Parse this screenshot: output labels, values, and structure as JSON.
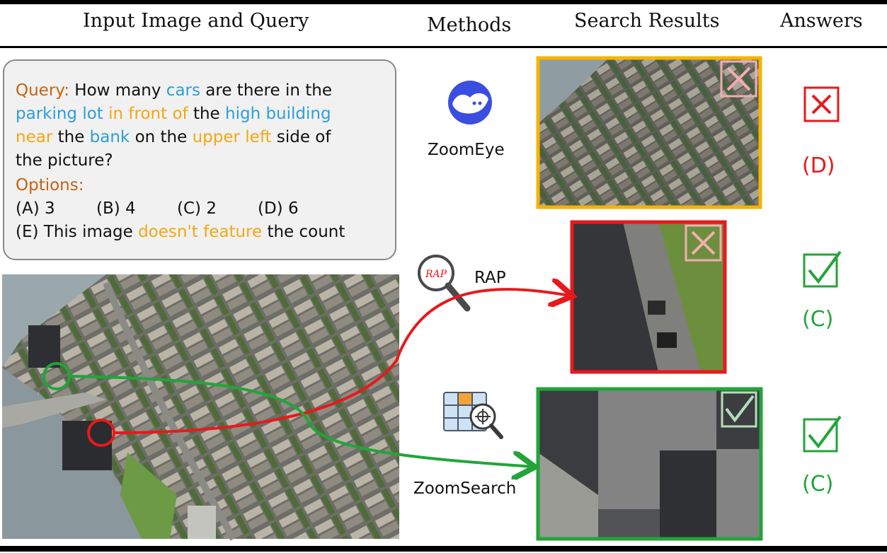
{
  "headers": {
    "input": "Input Image and Query",
    "methods": "Methods",
    "results": "Search Results",
    "answers": "Answers"
  },
  "query": {
    "label": "Query:",
    "line1": [
      "How many",
      "cars",
      "are there in the"
    ],
    "line2": [
      "parking lot",
      "in front of",
      "the",
      "high building"
    ],
    "line3": [
      "near",
      "the",
      "bank",
      "on the",
      "upper left",
      "side of"
    ],
    "line4": "the picture?",
    "options_label": "Options:",
    "options": [
      "(A) 3",
      "(B) 4",
      "(C) 2",
      "(D) 6"
    ],
    "option_e": [
      "(E) This image",
      "doesn't feature",
      "the count"
    ]
  },
  "methods": [
    {
      "name": "ZoomEye",
      "icon": "whale-logo-icon",
      "frame_color": "#f5b400",
      "result": "incorrect",
      "answer": "(D)"
    },
    {
      "name": "RAP",
      "icon": "magnifier-rap-icon",
      "icon_text": "RAP",
      "frame_color": "#e8191c",
      "result": "correct",
      "answer": "(C)"
    },
    {
      "name": "ZoomSearch",
      "icon": "grid-zoom-icon",
      "frame_color": "#22a43a",
      "result": "correct",
      "answer": "(C)"
    }
  ],
  "colors": {
    "red": "#e8191c",
    "green": "#22a43a",
    "orange": "#f5b400",
    "brown": "#c8620f",
    "blue": "#2b9fd8"
  }
}
